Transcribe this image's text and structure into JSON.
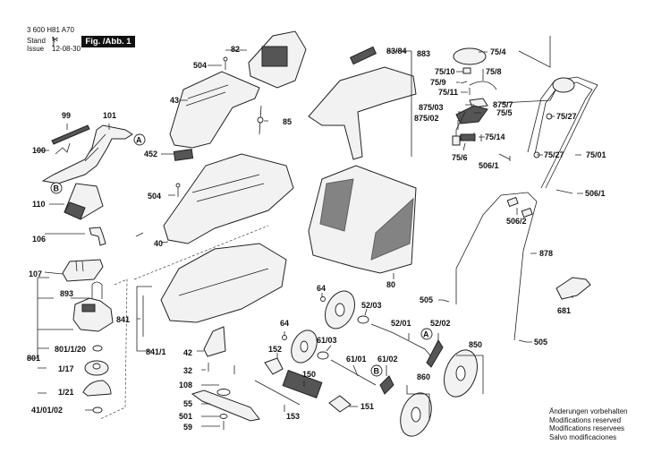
{
  "header": {
    "part_number": "3 600 H81 A70",
    "stand_label": "Stand",
    "issue_label": "Issue",
    "date": "12-08-30",
    "figure_label": "Fig. /Abb. 1"
  },
  "notes": [
    "Änderungen vorbehalten",
    "Modifications reserved",
    "Modifications reservees",
    "Salvo modificaciones"
  ],
  "callouts": {
    "c99": "99",
    "c101": "101",
    "c100": "100",
    "cA1": "A",
    "cB1": "B",
    "c110": "110",
    "c106": "106",
    "c107": "107",
    "c893": "893",
    "c801": "801",
    "c801_1_20": "801/1/20",
    "c1_17": "1/17",
    "c1_21": "1/21",
    "c41_01_02": "41/01/02",
    "c82": "82",
    "c504a": "504",
    "c43": "43",
    "c85": "85",
    "c452": "452",
    "c504b": "504",
    "c40": "40",
    "c841": "841",
    "c841_1": "841/1",
    "c42": "42",
    "c32": "32",
    "c108": "108",
    "c55": "55",
    "c501": "501",
    "c59": "59",
    "c83_84": "83/84",
    "c883": "883",
    "c80": "80",
    "c75_4": "75/4",
    "c75_10": "75/10",
    "c75_8": "75/8",
    "c75_9": "75/9",
    "c75_11": "75/11",
    "c875_7": "875/7",
    "c875_03": "875/03",
    "c75_5": "75/5",
    "c875_02": "875/02",
    "c75_14": "75/14",
    "c75_6": "75/6",
    "c506_1a": "506/1",
    "c75_27a": "75/27",
    "c75_27b": "75/27",
    "c75_01": "75/01",
    "c506_1b": "506/1",
    "c506_2": "506/2",
    "c878": "878",
    "c681": "681",
    "c505a": "505",
    "c505b": "505",
    "c64a": "64",
    "c64b": "64",
    "c52_03": "52/03",
    "c52_01": "52/01",
    "c52_02": "52/02",
    "cA2": "A",
    "c61_03": "61/03",
    "c61_01": "61/01",
    "c61_02": "61/02",
    "cB2": "B",
    "c152": "152",
    "c150": "150",
    "c153": "153",
    "c151": "151",
    "c860": "860",
    "c850": "850"
  }
}
